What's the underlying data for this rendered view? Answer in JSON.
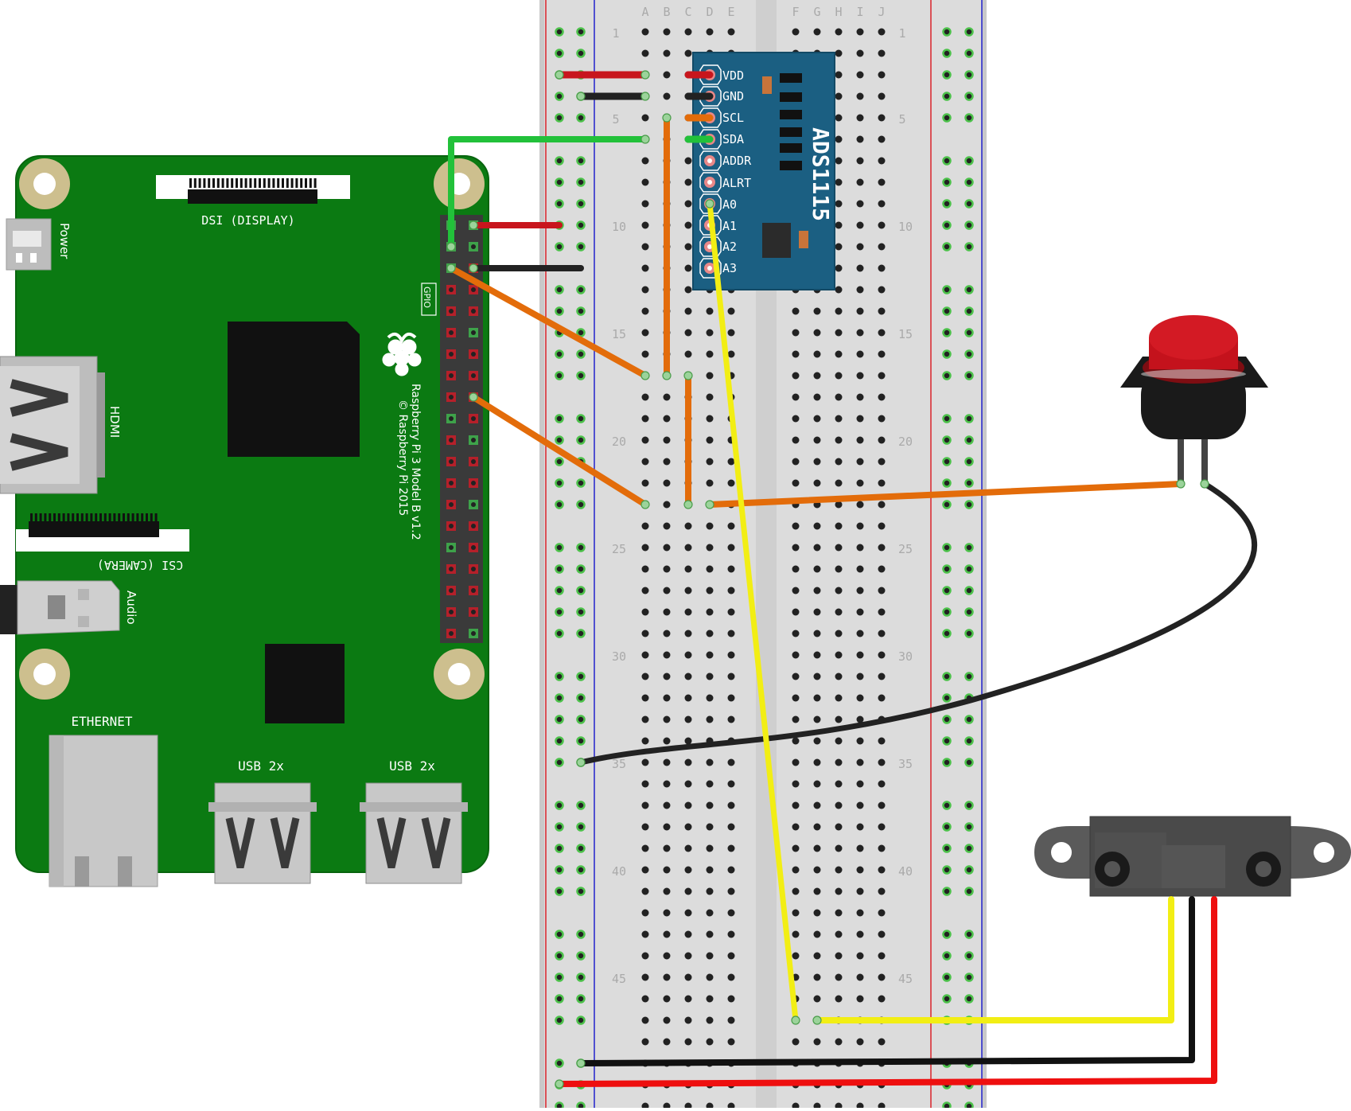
{
  "breadboard": {
    "left_columns": [
      "A",
      "B",
      "C",
      "D",
      "E"
    ],
    "right_columns": [
      "F",
      "G",
      "H",
      "I",
      "J"
    ],
    "row_numbers": [
      "1",
      "5",
      "10",
      "15",
      "20",
      "25",
      "30",
      "35",
      "40",
      "45"
    ]
  },
  "rpi": {
    "dsi_label": "DSI (DISPLAY)",
    "power_label": "Power",
    "hdmi_label": "HDMI",
    "gpio_label": "GPIO",
    "model_label": "Raspberry Pi 3 Model B v1.2",
    "copyright_label": "© Raspberry Pi 2015",
    "csi_label": "CSI (CAMERA)",
    "audio_label": "Audio",
    "ethernet_label": "ETHERNET",
    "usb_label_1": "USB 2x",
    "usb_label_2": "USB 2x"
  },
  "adc": {
    "name": "ADS1115",
    "pins": [
      "VDD",
      "GND",
      "SCL",
      "SDA",
      "ADDR",
      "ALRT",
      "A0",
      "A1",
      "A2",
      "A3"
    ]
  },
  "colors": {
    "wire_red": "#c8161d",
    "wire_black": "#222222",
    "wire_orange": "#e36c0a",
    "wire_green": "#22c13a",
    "wire_yellow": "#f2ee14",
    "board_green": "#0b7a12",
    "adc_blue": "#1b5f82"
  }
}
